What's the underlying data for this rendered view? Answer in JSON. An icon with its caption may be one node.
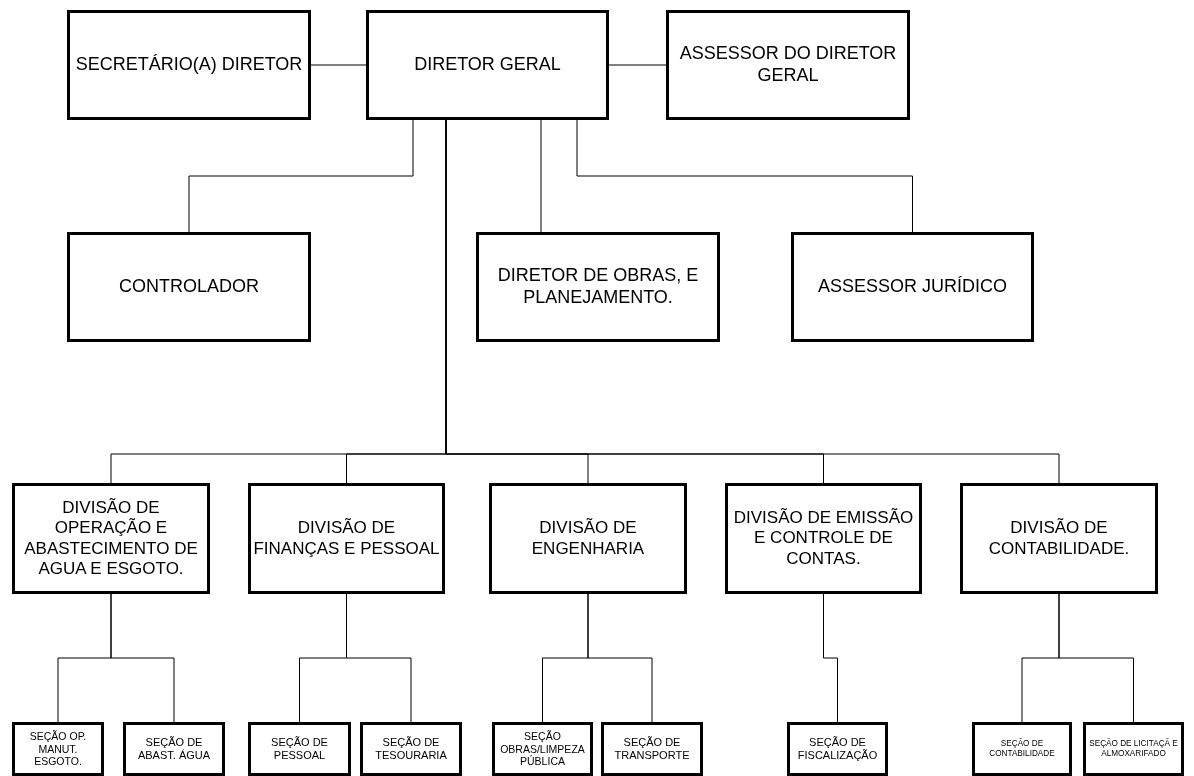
{
  "diagram": {
    "nodes": [
      {
        "text": [
          "SECRETÁRIO(A) DIRETOR"
        ]
      },
      {
        "text": [
          "DIRETOR GERAL"
        ]
      },
      {
        "text": [
          "ASSESSOR DO DIRETOR GERAL"
        ]
      },
      {
        "text": [
          "CONTROLADOR"
        ]
      },
      {
        "text": [
          "DIRETOR DE OBRAS, E PLANEJAMENTO."
        ]
      },
      {
        "text": [
          "ASSESSOR JURÍDICO"
        ]
      },
      {
        "text": [
          "DIVISÃO DE OPERAÇÃO E ABASTECIMENTO DE AGUA E ESGOTO."
        ]
      },
      {
        "text": [
          "DIVISÃO DE FINANÇAS E PESSOAL"
        ]
      },
      {
        "text": [
          "DIVISÃO DE ENGENHARIA"
        ]
      },
      {
        "text": [
          "DIVISÃO DE EMISSÃO E CONTROLE DE CONTAS."
        ]
      },
      {
        "text": [
          "DIVISÃO DE CONTABILIDADE."
        ]
      },
      {
        "text": [
          "SEÇÃO OP. MANUT. ESGOTO."
        ]
      },
      {
        "text": [
          "SEÇÃO DE ABAST. ÁGUA"
        ]
      },
      {
        "text": [
          "SEÇÃO DE PESSOAL"
        ]
      },
      {
        "text": [
          "SEÇÃO DE TESOURARIA"
        ]
      },
      {
        "text": [
          "SEÇÃO OBRAS/LIMPEZA PÚBLICA"
        ]
      },
      {
        "text": [
          "SEÇÃO DE TRANSPORTE"
        ]
      },
      {
        "text": [
          "SEÇÃO DE FISCALIZAÇÃO"
        ]
      },
      {
        "text": [
          "SEÇÃO DE CONTABILIDADE"
        ]
      },
      {
        "text": [
          "SEÇÃO DE LICITAÇÃ E ALMOXARIFADO"
        ]
      }
    ],
    "edges": [
      {
        "from": 1,
        "to": 0,
        "arrow": "none"
      },
      {
        "from": 1,
        "to": 2,
        "arrow": "none"
      },
      {
        "from": 1,
        "to": 3,
        "arrow": "none"
      },
      {
        "from": 1,
        "to": 4,
        "arrow": "none"
      },
      {
        "from": 1,
        "to": 5,
        "arrow": "none"
      },
      {
        "from": 1,
        "to": 6,
        "arrow": "none"
      },
      {
        "from": 1,
        "to": 7,
        "arrow": "none"
      },
      {
        "from": 1,
        "to": 8,
        "arrow": "none"
      },
      {
        "from": 1,
        "to": 9,
        "arrow": "none"
      },
      {
        "from": 1,
        "to": 10,
        "arrow": "none"
      },
      {
        "from": 6,
        "to": 11,
        "arrow": "none"
      },
      {
        "from": 6,
        "to": 12,
        "arrow": "none"
      },
      {
        "from": 7,
        "to": 13,
        "arrow": "none"
      },
      {
        "from": 7,
        "to": 14,
        "arrow": "none"
      },
      {
        "from": 8,
        "to": 15,
        "arrow": "none"
      },
      {
        "from": 8,
        "to": 16,
        "arrow": "none"
      },
      {
        "from": 9,
        "to": 17,
        "arrow": "none"
      },
      {
        "from": 10,
        "to": 18,
        "arrow": "none"
      },
      {
        "from": 10,
        "to": 19,
        "arrow": "none"
      }
    ]
  }
}
